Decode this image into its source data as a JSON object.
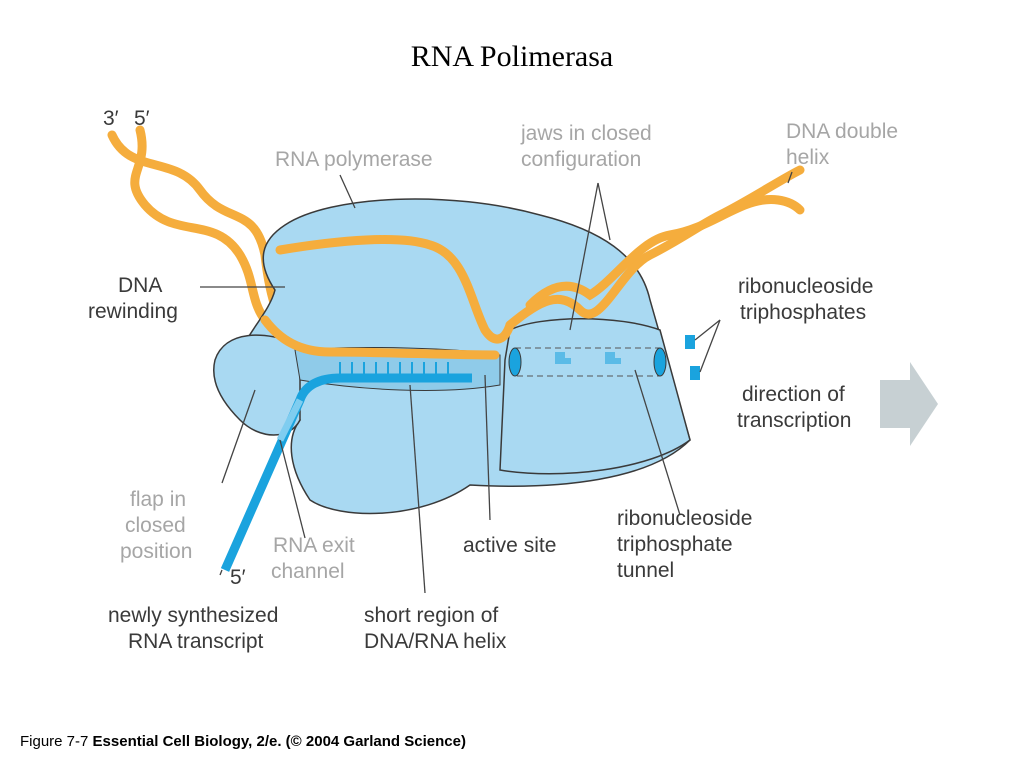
{
  "title": "RNA Polimerasa",
  "labels": {
    "dna_3prime": "3′",
    "dna_5prime": "5′",
    "rna_polymerase": "RNA polymerase",
    "jaws_line1": "jaws in closed",
    "jaws_line2": "configuration",
    "dna_double_line1": "DNA double",
    "dna_double_line2": "helix",
    "dna_rewinding_line1": "DNA",
    "dna_rewinding_line2": "rewinding",
    "ribonucleoside_line1": "ribonucleoside",
    "ribonucleoside_line2": "triphosphates",
    "direction_line1": "direction of",
    "direction_line2": "transcription",
    "flap_line1": "flap in",
    "flap_line2": "closed",
    "flap_line3": "position",
    "rna_exit_line1": "RNA exit",
    "rna_exit_line2": "channel",
    "rna_5prime": "5′",
    "active_site": "active site",
    "tunnel_line1": "ribonucleoside",
    "tunnel_line2": "triphosphate",
    "tunnel_line3": "tunnel",
    "newly_line1": "newly synthesized",
    "newly_line2": "RNA transcript",
    "short_region_line1": "short region of",
    "short_region_line2": "DNA/RNA helix"
  },
  "caption": {
    "figure": "Figure 7-7",
    "text": "Essential Cell Biology, 2/e. (© 2004 Garland Science)"
  },
  "colors": {
    "polymerase_body": "#a9d9f2",
    "polymerase_outline": "#3a3a3a",
    "dna_strand": "#f5ad3d",
    "rna_strand": "#1aa3de",
    "arrow": "#c7d0d3"
  }
}
